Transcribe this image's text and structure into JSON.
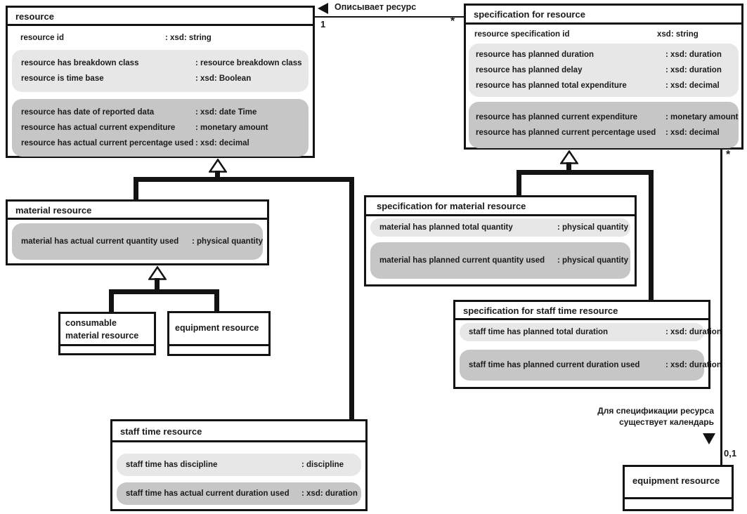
{
  "colors": {
    "light_group": "#e7e7e7",
    "dark_group": "#c6c6c6",
    "line": "#131313",
    "background": "#ffffff"
  },
  "boxes": {
    "resource": {
      "title": "resource",
      "plain": [
        {
          "name": "resource id",
          "type": ": xsd: string"
        }
      ],
      "light": [
        {
          "name": "resource has breakdown class",
          "type": ": resource breakdown class"
        },
        {
          "name": "resource is time base",
          "type": ": xsd: Boolean"
        }
      ],
      "dark": [
        {
          "name": "resource has date of reported data",
          "type": ": xsd: date Time"
        },
        {
          "name": "resource has actual current expenditure",
          "type": ": monetary amount"
        },
        {
          "name": "resource has actual current percentage used",
          "type": ": xsd: decimal"
        }
      ]
    },
    "spec_resource": {
      "title": "specification for resource",
      "plain": [
        {
          "name": "resource specification id",
          "type": "xsd: string"
        }
      ],
      "light": [
        {
          "name": "resource has planned duration",
          "type": ": xsd: duration"
        },
        {
          "name": "resource has planned delay",
          "type": ": xsd: duration"
        },
        {
          "name": "resource has planned total expenditure",
          "type": ": xsd: decimal"
        }
      ],
      "dark": [
        {
          "name": "resource has planned current expenditure",
          "type": ": monetary amount"
        },
        {
          "name": "resource has planned current percentage used",
          "type": ": xsd: decimal"
        }
      ]
    },
    "material": {
      "title": "material resource",
      "dark": [
        {
          "name": "material has actual current quantity used",
          "type": ": physical quantity"
        }
      ]
    },
    "spec_material": {
      "title": "specification for material resource",
      "light": [
        {
          "name": "material has planned total quantity",
          "type": ": physical quantity"
        }
      ],
      "dark": [
        {
          "name": "material has planned current quantity used",
          "type": ": physical quantity"
        }
      ]
    },
    "spec_staff": {
      "title": "specification for staff time resource",
      "light": [
        {
          "name": "staff time has planned total duration",
          "type": ": xsd: duration"
        }
      ],
      "dark": [
        {
          "name": "staff time has planned current duration used",
          "type": ": xsd: duration"
        }
      ]
    },
    "consumable": {
      "title_line1": "consumable",
      "title_line2": "material resource"
    },
    "equipment_mid": {
      "title": "equipment resource"
    },
    "staff_time": {
      "title": "staff time resource",
      "light": [
        {
          "name": "staff time has discipline",
          "type": ": discipline"
        }
      ],
      "dark": [
        {
          "name": "staff time has actual current duration used",
          "type": ": xsd: duration"
        }
      ]
    },
    "equipment_br": {
      "title": "equipment resource"
    }
  },
  "labels": {
    "describes": "Описывает ресурс",
    "mult_one": "1",
    "mult_many_assoc": "*",
    "mult_many_calendar": "*",
    "calendar_line1": "Для спецификации ресурса",
    "calendar_line2": "существует календарь",
    "mult_zero_or_one": "0,1"
  }
}
